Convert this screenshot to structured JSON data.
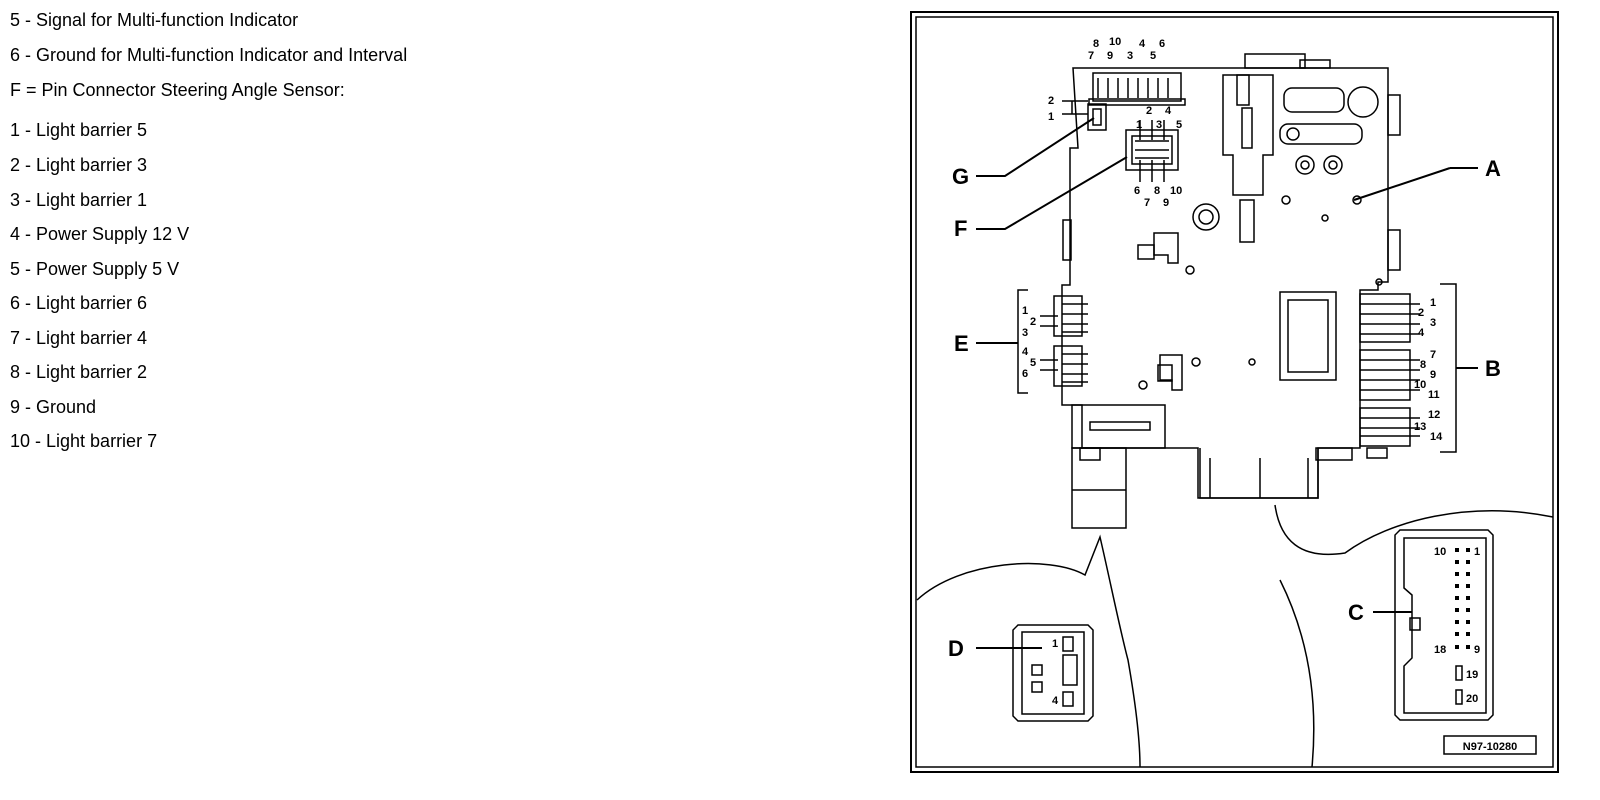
{
  "legend": [
    "5 - Signal for Multi-function Indicator",
    "6 - Ground for Multi-function Indicator and Interval",
    "F = Pin Connector Steering Angle Sensor:",
    "1 - Light barrier 5",
    "2 - Light barrier 3",
    "3 - Light barrier 1",
    "4 - Power Supply 12 V",
    "5 - Power Supply 5 V",
    "6 - Light barrier 6",
    "7 - Light barrier 4",
    "8 - Light barrier 2",
    "9 - Ground",
    "10 - Light barrier 7"
  ],
  "diagram": {
    "callouts": {
      "a": "A",
      "b": "B",
      "c": "C",
      "d": "D",
      "e": "E",
      "f": "F",
      "g": "G"
    },
    "g_pins": {
      "p1": "1",
      "p2": "2"
    },
    "top_pins": {
      "p8": "8",
      "p10": "10",
      "p4": "4",
      "p6": "6",
      "p7": "7",
      "p9": "9",
      "p3": "3",
      "p5": "5"
    },
    "f_pins_top": {
      "p2": "2",
      "p4": "4",
      "p1": "1",
      "p3": "3",
      "p5": "5"
    },
    "f_pins_bottom": {
      "p6": "6",
      "p8": "8",
      "p10": "10",
      "p7": "7",
      "p9": "9"
    },
    "e_pins": [
      "1",
      "2",
      "3",
      "4",
      "5",
      "6"
    ],
    "b_pins": [
      "1",
      "2",
      "3",
      "4",
      "7",
      "8",
      "9",
      "10",
      "11",
      "12",
      "13",
      "14"
    ],
    "c_pins": {
      "p10": "10",
      "p1": "1",
      "p18": "18",
      "p9": "9",
      "p19": "19",
      "p20": "20"
    },
    "d_pins": {
      "p1": "1",
      "p4": "4"
    },
    "figure_id": "N97-10280"
  }
}
